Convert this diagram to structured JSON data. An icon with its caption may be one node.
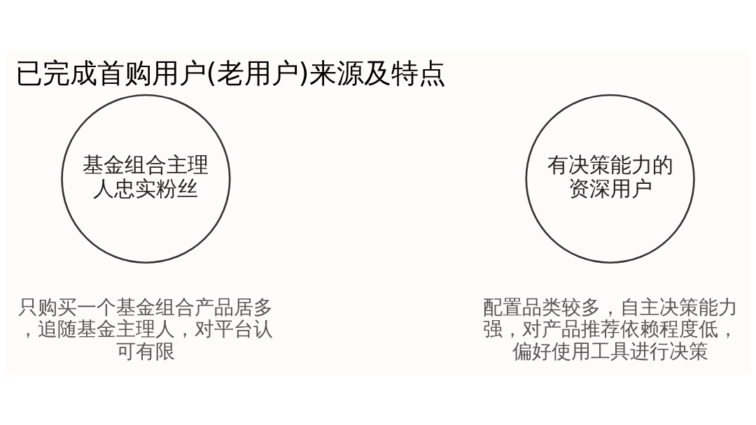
{
  "diagram": {
    "title": "已完成首购用户(老用户)来源及特点",
    "nodes": [
      {
        "text": [
          "基金组合主理人忠实粉丝"
        ],
        "beside": [
          "只购买一个基金组合产品居多，追随基金主理人，对平台认可有限"
        ]
      },
      {
        "text": [
          "有决策能力的资深用户"
        ],
        "beside": [
          "配置品类较多，自主决策能力强，对产品推荐依赖程度低，偏好使用工具进行决策"
        ]
      }
    ],
    "edges": []
  }
}
